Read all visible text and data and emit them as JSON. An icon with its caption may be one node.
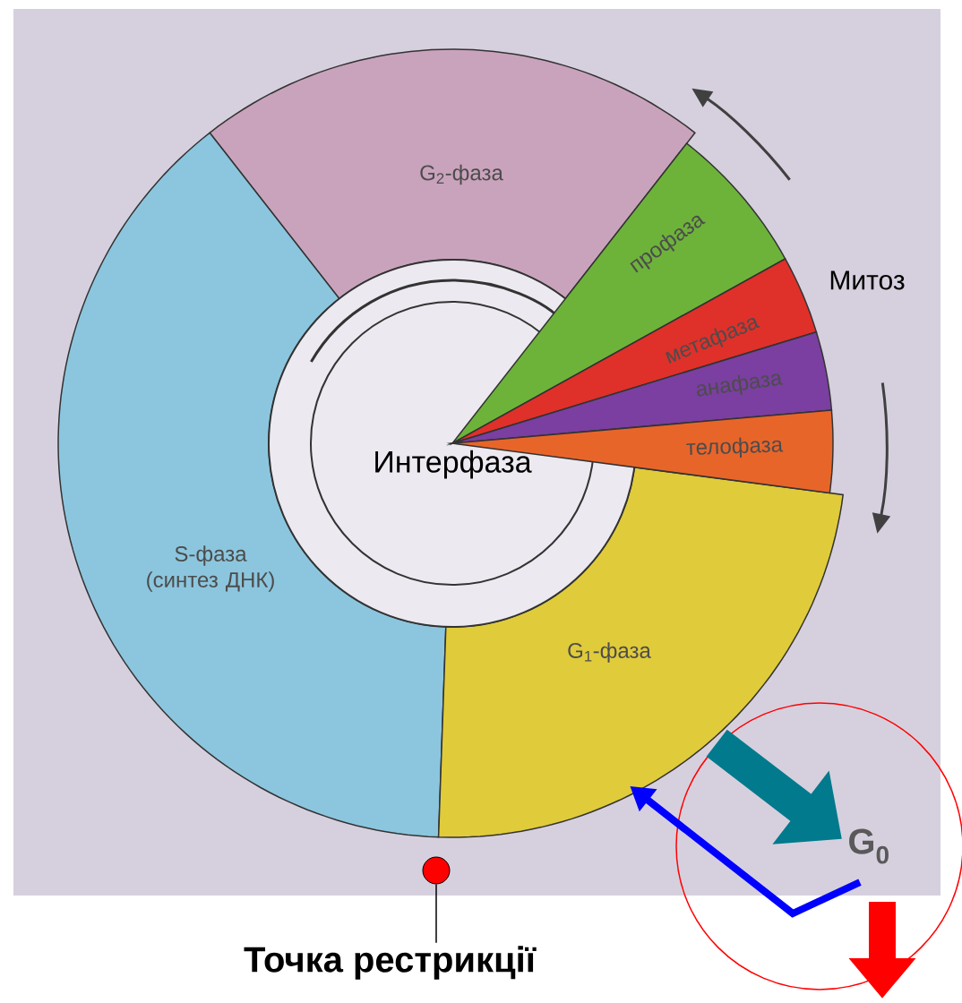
{
  "diagram": {
    "nodes": [
      {
        "text": [
          "G$_{2}$-фаза"
        ]
      },
      {
        "text": [
          "профаза"
        ]
      },
      {
        "text": [
          "метафаза"
        ]
      },
      {
        "text": [
          "анафаза"
        ]
      },
      {
        "text": [
          "телофаза"
        ]
      },
      {
        "text": [
          "G$_{1}$-фаза"
        ]
      },
      {
        "text": [
          "S-фаза (синтез ДНК)"
        ]
      },
      {
        "text": [
          "Интерфаза"
        ]
      },
      {
        "text": [
          "G$_{0}$"
        ]
      },
      {
        "text": [],
        "shape": "circle"
      },
      {
        "text": [
          "Точка рестрикції"
        ]
      }
    ],
    "edges": [
      {
        "from": 5,
        "to": 8,
        "arrow": "to",
        "style": "thick",
        "color": "#007a8c"
      },
      {
        "from": 8,
        "to": 5,
        "arrow": "to",
        "color": "#0000ff"
      },
      {
        "from": 8,
        "to": null,
        "arrow": "to",
        "style": "thick",
        "color": "#ff0000"
      },
      {
        "from": 10,
        "to": 9,
        "arrow": "none",
        "color": "#000000"
      }
    ],
    "labels": [
      "Митоз"
    ]
  }
}
